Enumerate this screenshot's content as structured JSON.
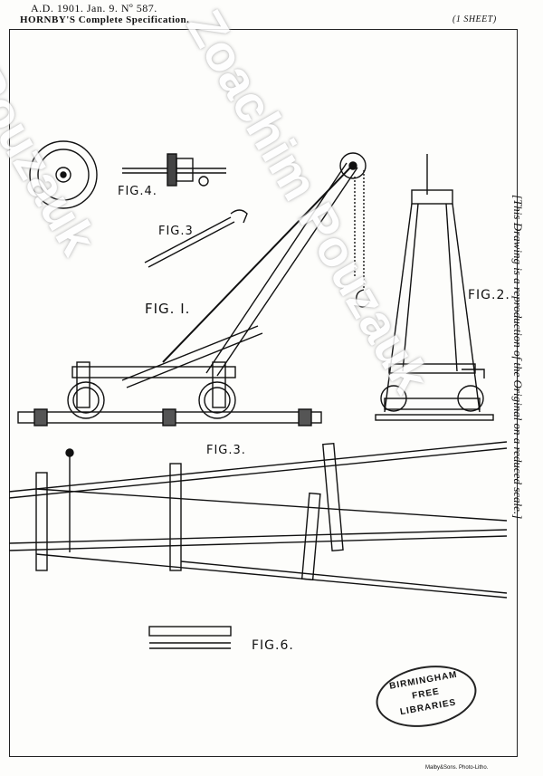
{
  "header": {
    "line1": "A.D. 1901. Jan. 9. Nº 587.",
    "line2": "HORNBY'S Complete Specification.",
    "sheet": "(1 SHEET)"
  },
  "figure_labels": {
    "fig1": "FIG. I.",
    "fig2": "FIG.2.",
    "fig3_top": "FIG.3",
    "fig3": "FIG.3.",
    "fig4": "FIG.4.",
    "fig6": "FIG.6."
  },
  "side_note": "[This Drawing is a reproduction of the Original on a reduced scale.]",
  "stamp": {
    "line1": "BIRMINGHAM",
    "line2": "FREE",
    "line3": "LIBRARIES"
  },
  "printer": "Malby&Sons. Photo-Litho.",
  "watermark": {
    "text1": "Zoachim Pouzauk",
    "text2": "Pouzauk"
  }
}
